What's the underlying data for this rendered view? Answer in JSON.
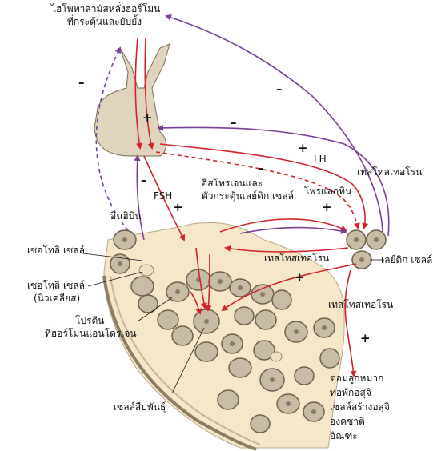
{
  "labels": {
    "hypothalamus_line1": "ไฮโพทาลามัสหลั่งฮอร์โมน",
    "hypothalamus_line2": "ที่กระตุ้นและยับยั้ง",
    "fsh": "FSH",
    "lh": "LH",
    "inhibin_top": "อินฮิบิน",
    "estrogen_line1": "อีสโทรเจนและ",
    "estrogen_line2": "ตัวกระตุ้นเลย์ดิก เซลล์",
    "prolactin": "โพรแลกทิน",
    "testosterone_right": "เทสโทสเทอโรน",
    "sertoli_cell": "เซอโทลิ เซลล์",
    "sertoli_nucleus_line1": "เซอโทลิ เซลล์",
    "sertoli_nucleus_line2": "(นิวเคลียส)",
    "abp_line1": "โปรตีน",
    "abp_line2": "ที่ฮอร์โมนแอนโดรเจน",
    "testosterone_mid": "เทสโทสเทอโรน",
    "leydig_cell": "เลย์ดิก เซลล์",
    "testosterone_bottom": "เทสโทสเทอโรน",
    "germ_cell": "เซลล์สืบพันธุ์",
    "targets": [
      "ต่อมลูกหมาก",
      "ท่อพักอสุจิ",
      "เซลล์สร้างอสุจิ",
      "องคชาติ",
      "อัณฑะ"
    ]
  },
  "signs": {
    "minus": "–",
    "plus": "+"
  },
  "colors": {
    "stimulate": "#d2232a",
    "inhibit": "#7b3f98",
    "tissue": "#f5e7c7",
    "cell": "#c9bca5",
    "nucleus": "#8a7a62"
  }
}
